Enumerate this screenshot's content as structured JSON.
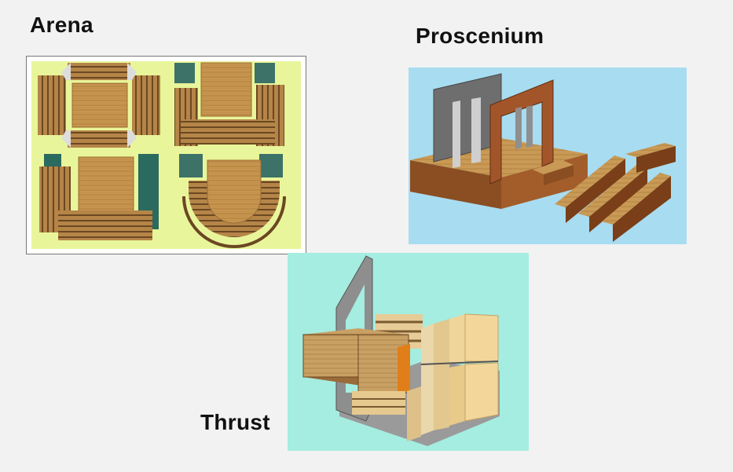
{
  "labels": {
    "arena": "Arena",
    "proscenium": "Proscenium",
    "thrust": "Thrust"
  },
  "colors": {
    "arena_bg": "#e9f59a",
    "proscenium_bg": "#a8dcf0",
    "thrust_bg": "#a4ede0",
    "wood": "#c8964e",
    "dark_wood": "#7a4f26",
    "grey_wall": "#8e8e8e",
    "teal_wall": "#2f6f64"
  },
  "icons": {
    "arena": "arena-stage-illustration",
    "proscenium": "proscenium-stage-illustration",
    "thrust": "thrust-stage-illustration"
  }
}
